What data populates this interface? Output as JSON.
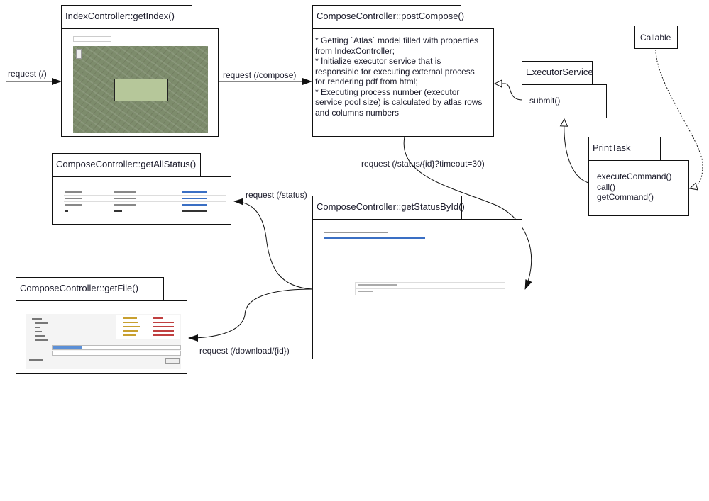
{
  "nodes": {
    "get_index": {
      "title": "IndexController::getIndex()"
    },
    "post_compose": {
      "title": "ComposeController::postCompose()",
      "lines": [
        "* Getting `Atlas` model filled with properties",
        "from IndexController;",
        "* Initialize executor service that is",
        "responsible for executing external process",
        "for rendering pdf from html;",
        "* Executing process number (executor",
        "service pool size) is calculated by atlas rows",
        "and columns numbers"
      ]
    },
    "executor": {
      "title": "ExecutorService",
      "method": "submit()"
    },
    "callable": {
      "title": "Callable"
    },
    "print_task": {
      "title": "PrintTask",
      "methods": [
        "executeCommand()",
        "call()",
        "getCommand()"
      ]
    },
    "all_status": {
      "title": "ComposeController::getAllStatus()"
    },
    "status_by_id": {
      "title": "ComposeController::getStatusById()"
    },
    "get_file": {
      "title": "ComposeController::getFile()"
    }
  },
  "edges": {
    "request_root": "request (/)",
    "request_compose": "request (/compose)",
    "request_status_id": "request (/status/{id}?timeout=30)",
    "request_status": "request (/status)",
    "request_download": "request (/download/{id})"
  },
  "colors": {
    "line": "#111111",
    "text": "#1a1a2a",
    "progress": "#3a6fc4",
    "map": "#7d8c6c"
  }
}
